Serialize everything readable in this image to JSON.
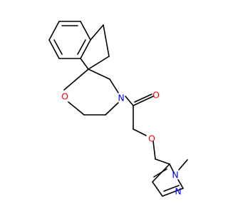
{
  "structure": {
    "atom_labels": {
      "morpholine_oxygen": "O",
      "morpholine_nitrogen": "N",
      "carbonyl_oxygen": "O",
      "ether_oxygen": "O",
      "pyrazole_n_methyl": "N",
      "pyrazole_n2": "N"
    }
  },
  "colors": {
    "bond": "#000000",
    "oxygen": "#ff0000",
    "nitrogen": "#0000ff",
    "background": "#ffffff"
  }
}
